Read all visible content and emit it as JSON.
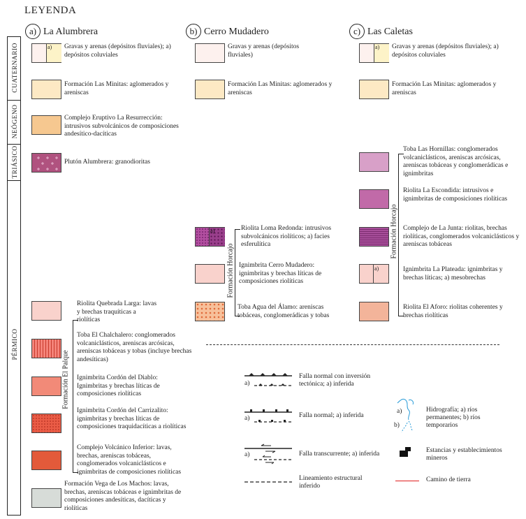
{
  "title": "LEYENDA",
  "ages": {
    "cuaternario": "CUATERNARIO",
    "neogeno": "NEÓGENO",
    "triasico": "TRIÁSICO",
    "permico": "PÉRMICO"
  },
  "columns": {
    "a": {
      "letter": "a)",
      "name": "La Alumbrera"
    },
    "b": {
      "letter": "b)",
      "name": "Cerro Mudadero"
    },
    "c": {
      "letter": "c)",
      "name": "Las Caletas"
    }
  },
  "col_a": {
    "gravas": "Gravas y arenas (depósitos fluviales); a) depósitos coluviales",
    "gravas_sub": "a)",
    "minitas": "Formación Las Minitas: aglomerados y areniscas",
    "resurreccion": "Complejo Eruptivo La Resurrección: intrusivos subvolcánicos de composiciones andesítico-dacíticas",
    "pluton": "Plutón Alumbrera: granodioritas",
    "quebrada": "Riolita Quebrada Larga: lavas y brechas traquíticas a riolíticas",
    "chalchalero": "Toba El Chalchalero: conglomerados volcaniclásticos, areniscas arcósicas, areniscas tobáceas y tobas (incluye brechas andesíticas)",
    "cordon_diablo": "Ignimbrita Cordón del Diablo: Ignimbritas y brechas líticas de composiciones riolíticas",
    "carrizalito": "Ignimbrita Cordón del Carrizalito: ignimbritas y brechas líticas de composiciones traquidacíticas a riolíticas",
    "volc_inferior": "Complejo Volcánico Inferior: lavas, brechas, areniscas tobáceas, conglomerados volcaniclásticos e ignimbritas de composiciones riolíticas",
    "vega": "Formación Vega de Los Machos: lavas, brechas, areniscas tobáceas e ignimbritas de composiciones andesíticas, dacíticas y riolíticas",
    "formation": "Formación El Palque"
  },
  "col_b": {
    "gravas": "Gravas y arenas (depósitos fluviales)",
    "minitas": "Formación Las Minitas: aglomerados y areniscas",
    "loma": "Riolita Loma Redonda: intrusivos subvolcánicos riolíticos; a) facies esferulítica",
    "loma_sub": "a)",
    "mudadero": "Ignimbrita Cerro Mudadero: ignimbritas y brechas líticas de composiciones riolíticas",
    "alamo": "Toba Agua del Álamo: areniscas tobáceas, conglomerádicas y tobas",
    "formation": "Formación Horcajo"
  },
  "col_c": {
    "gravas": "Gravas y arenas (depósitos fluviales); a) depósitos coluviales",
    "gravas_sub": "a)",
    "minitas": "Formación Las Minitas: aglomerados y areniscas",
    "hornillas": "Toba Las Hornillas: conglomerados volcaniclásticos, areniscas arcósicas, areniscas tobáceas y conglomerádicas e ignimbritas",
    "escondida": "Riolita La Escondida: intrusivos e ignimbritas de composiciones riolíticas",
    "junta": "Complejo de La Junta: riolitas, brechas riolíticas, conglomerados volcaniclásticos y areniscas tobáceas",
    "plateada": "Ignimbrita La Plateada: ignimbritas y brechas líticas; a) mesobrechas",
    "plateada_sub": "a)",
    "aforo": "Riolita El Aforo: riolitas coherentes y brechas riolíticas",
    "formation": "Formación Horcajo"
  },
  "symbols": {
    "falla_inversion": "Falla normal con inversión tectónica; a) inferida",
    "falla_normal": "Falla normal; a) inferida",
    "falla_transcurrente": "Falla transcurrente; a) inferida",
    "lineamiento": "Lineamiento estructural inferido",
    "hidrografia": "Hidrografía; a) ríos permanentes; b) ríos temporarios",
    "estancias": "Estancias y establecimientos mineros",
    "camino": "Camino de tierra",
    "sub_a": "a)",
    "sub_b": "b)"
  },
  "colors": {
    "gravas": "#fdf1ee",
    "coluvial": "#fdf3c8",
    "minitas": "#fde9c4",
    "resurreccion": "#f6c890",
    "pluton": "#b0527f",
    "quebrada": "#f9d2cc",
    "chalchalero": "#f5847a",
    "cordon_diablo": "#f28a78",
    "carrizalito": "#ea5c46",
    "volc_inferior": "#e35a3a",
    "vega": "#d7dcd8",
    "loma": "#b24fa0",
    "mudadero": "#f9d2cc",
    "alamo": "#f7a978",
    "hornillas": "#d8a0c8",
    "escondida": "#c16aa8",
    "junta": "#a84f9a",
    "plateada": "#f9d2cc",
    "aforo": "#f3b49a",
    "camino": "#e02020",
    "rio": "#2a9cd8"
  }
}
